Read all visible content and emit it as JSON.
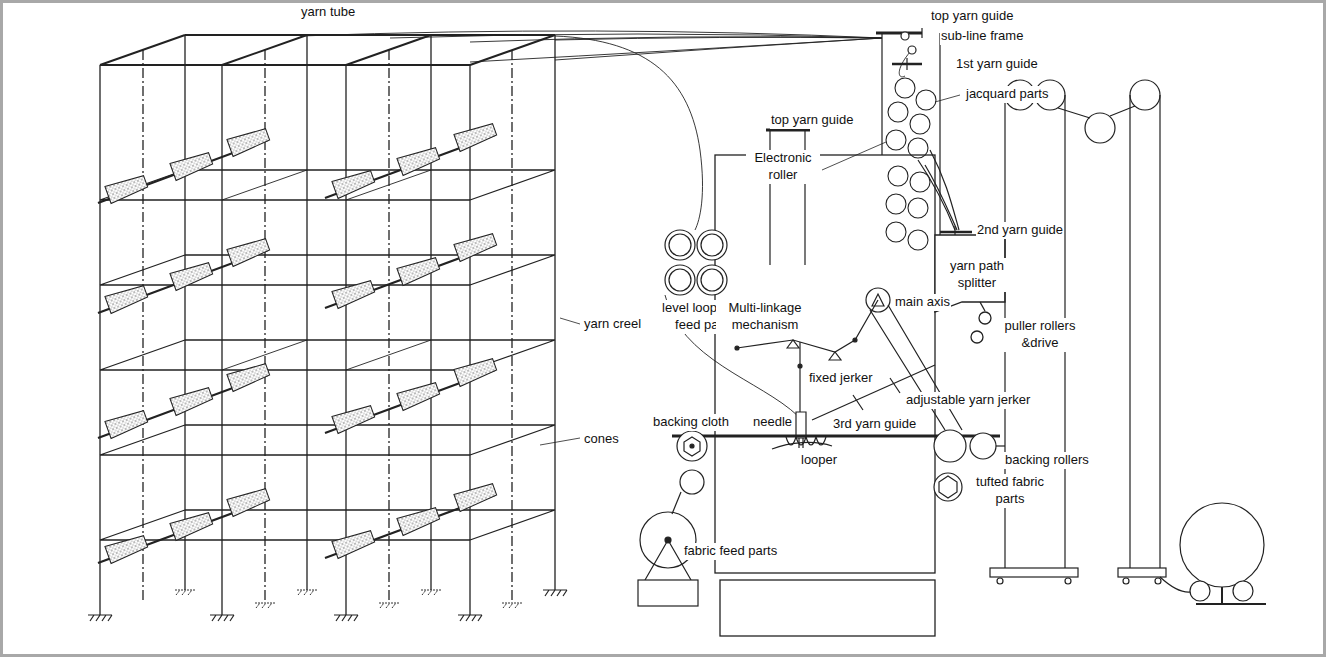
{
  "diagram": {
    "labels": [
      "yarn tube",
      "top yarn guide",
      "sub-line frame",
      "1st yarn guide",
      "jacquard parts",
      "top yarn guide",
      "Electronic roller",
      "2nd yarn guide",
      "level loop yarn feed parts",
      "yarn path splitter",
      "main axis",
      "Multi-linkage mechanism",
      "yarn creel",
      "puller rollers &drive",
      "fixed jerker",
      "adjustable yarn jerker",
      "needle",
      "3rd yarn guide",
      "backing cloth",
      "backing rollers",
      "looper",
      "cones",
      "tufted fabric parts",
      "fabric feed parts"
    ]
  }
}
